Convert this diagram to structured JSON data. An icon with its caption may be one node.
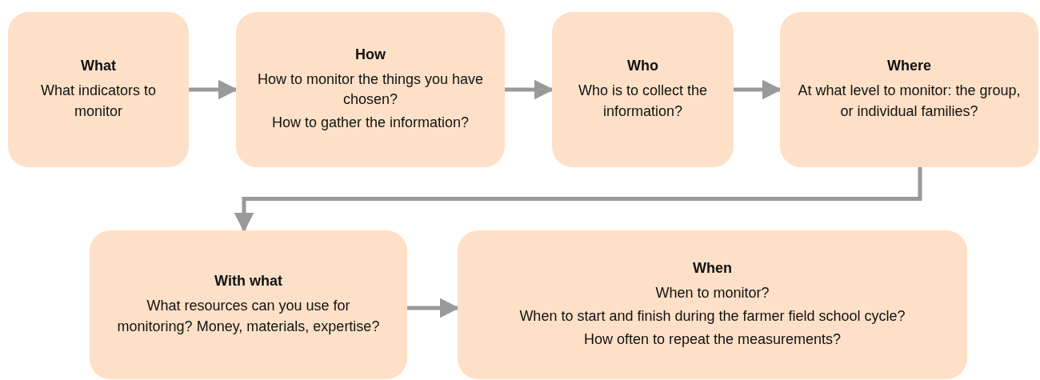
{
  "diagram": {
    "nodes": [
      {
        "text": [
          "What",
          "What indicators to monitor"
        ]
      },
      {
        "text": [
          "How",
          "How to monitor the things you have chosen?",
          "How to gather the information?"
        ]
      },
      {
        "text": [
          "Who",
          "Who is to collect the information?"
        ]
      },
      {
        "text": [
          "Where",
          "At what level to monitor: the group, or individual families?"
        ]
      },
      {
        "text": [
          "With what",
          "What resources can you use for monitoring? Money, materials, expertise?"
        ]
      },
      {
        "text": [
          "When",
          "When to monitor?",
          "When to start and finish during the farmer field school cycle?",
          "How often to repeat the measurements?"
        ]
      }
    ],
    "edges": [
      {
        "from": 0,
        "to": 1,
        "arrow": "to"
      },
      {
        "from": 1,
        "to": 2,
        "arrow": "to"
      },
      {
        "from": 2,
        "to": 3,
        "arrow": "to"
      },
      {
        "from": 3,
        "to": 4,
        "arrow": "to"
      },
      {
        "from": 4,
        "to": 5,
        "arrow": "to"
      }
    ]
  }
}
